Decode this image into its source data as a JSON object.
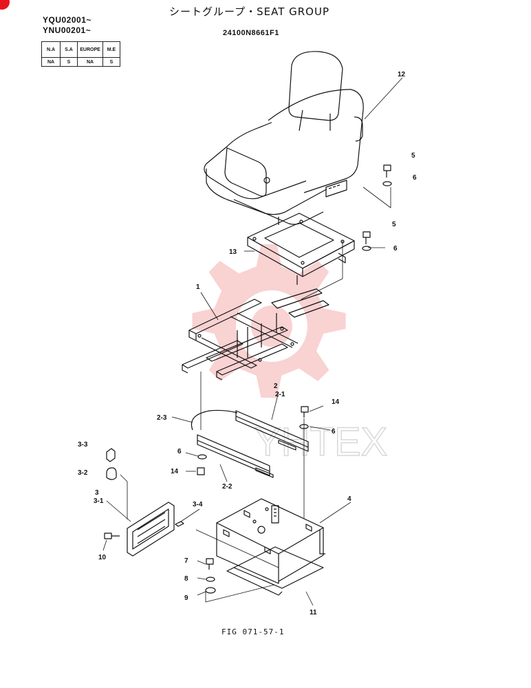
{
  "header": {
    "serial_1": "YQU02001~",
    "serial_2": "YNU00201~",
    "title": "シートグループ・SEAT GROUP",
    "part_code": "24100N8661F1",
    "figure": "FIG 071-57-1"
  },
  "spec_table": {
    "headers": [
      "N.A",
      "S.A",
      "EUROPE",
      "M.E"
    ],
    "values": [
      "NA",
      "S",
      "NA",
      "S"
    ]
  },
  "callouts": {
    "c12": "12",
    "c5a": "5",
    "c6a": "6",
    "c5b": "5",
    "c6b": "6",
    "c13": "13",
    "c1": "1",
    "c2": "2",
    "c2_1": "2-1",
    "c14a": "14",
    "c2_3": "2-3",
    "c6c": "6",
    "c6d": "6",
    "c14b": "14",
    "c2_2": "2-2",
    "c3_3": "3-3",
    "c3_2": "3-2",
    "c3": "3",
    "c3_1": "3-1",
    "c3_4": "3-4",
    "c4": "4",
    "c10": "10",
    "c7": "7",
    "c8": "8",
    "c9": "9",
    "c11": "11"
  },
  "watermark": {
    "text": "YHTEX",
    "color": "#f08080"
  },
  "colors": {
    "brand_dot": "#e8141c",
    "ink": "#111111"
  }
}
